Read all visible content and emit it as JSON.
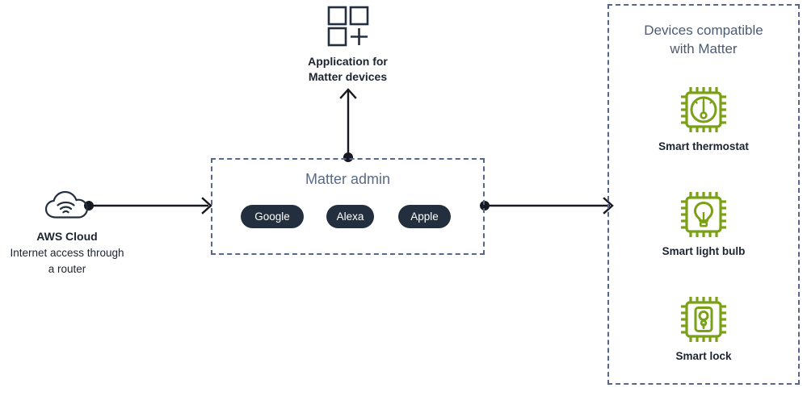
{
  "diagram": {
    "cloud": {
      "icon": "cloud-wifi-icon",
      "title": "AWS Cloud",
      "subtitle_line1": "Internet access through",
      "subtitle_line2": "a router"
    },
    "application": {
      "icon": "app-grid-plus-icon",
      "label_line1": "Application for",
      "label_line2": "Matter devices"
    },
    "matter_admin": {
      "title": "Matter admin",
      "pills": [
        {
          "label": "Google"
        },
        {
          "label": "Alexa"
        },
        {
          "label": "Apple"
        }
      ]
    },
    "devices_panel": {
      "title_line1": "Devices compatible",
      "title_line2": "with Matter",
      "devices": [
        {
          "icon": "chip-thermostat-icon",
          "label": "Smart thermostat"
        },
        {
          "icon": "chip-lightbulb-icon",
          "label": "Smart light bulb"
        },
        {
          "icon": "chip-lock-icon",
          "label": "Smart lock"
        }
      ]
    },
    "connectors": [
      {
        "name": "cloud-to-matter-admin-arrow",
        "direction": "right"
      },
      {
        "name": "matter-admin-to-devices-arrow",
        "direction": "right"
      },
      {
        "name": "matter-admin-to-application-arrow",
        "direction": "up"
      }
    ],
    "colors": {
      "green": "#7aa116",
      "navy": "#232f3e",
      "slate": "#5a6a85",
      "dashed_border": "#56678a",
      "line": "#16191f"
    }
  }
}
